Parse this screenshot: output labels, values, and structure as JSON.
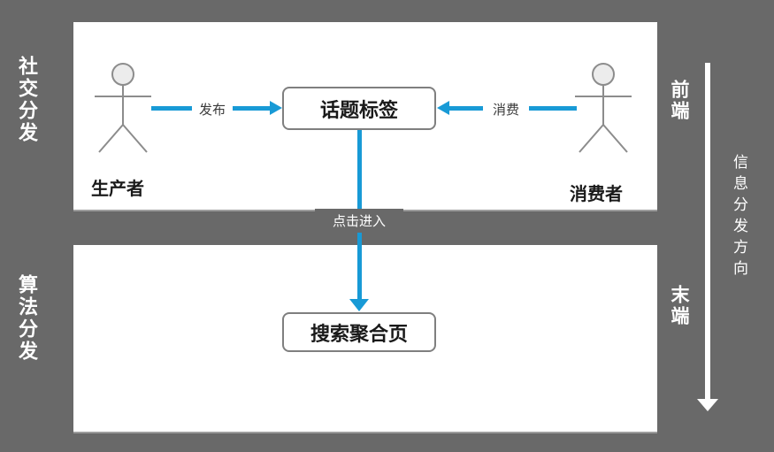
{
  "colors": {
    "background": "#696969",
    "panel": "#ffffff",
    "accent_blue": "#189ad6",
    "box_border": "#7f7f7f",
    "box_text": "#1a1a1a",
    "figure_stroke": "#8c8c8c",
    "figure_head_fill": "#ececec",
    "edge_label_text": "#3a3a3a",
    "side_text": "#ffffff"
  },
  "left_sidebar": {
    "top_label": "社交分发",
    "bottom_label": "算法分发"
  },
  "right_sidebar": {
    "top_label": "前端",
    "bottom_label": "末端",
    "direction_caption": "信息分发方向",
    "direction_arrow_icon": "down-arrow-icon"
  },
  "top_panel": {
    "producer": {
      "label": "生产者",
      "icon": "stick-figure-icon"
    },
    "consumer": {
      "label": "消费者",
      "icon": "stick-figure-icon"
    },
    "topic_box": {
      "label": "话题标签"
    },
    "publish_edge": {
      "label": "发布",
      "direction": "right"
    },
    "consume_edge": {
      "label": "消费",
      "direction": "left"
    }
  },
  "connector": {
    "label": "点击进入",
    "direction": "down"
  },
  "bottom_panel": {
    "search_box": {
      "label": "搜索聚合页"
    }
  }
}
